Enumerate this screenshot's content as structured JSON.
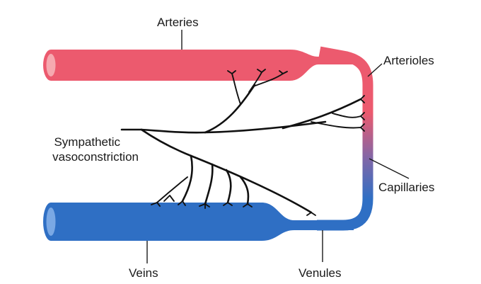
{
  "labels": {
    "arteries": "Arteries",
    "arterioles": "Arterioles",
    "sympathetic_line1": "Sympathetic",
    "sympathetic_line2": "vasoconstriction",
    "capillaries": "Capillaries",
    "veins": "Veins",
    "venules": "Venules"
  },
  "colors": {
    "artery": "#ec5a6e",
    "artery_lumen": "#f6a9b0",
    "vein": "#2f6fc4",
    "vein_lumen": "#7aa8e4",
    "nerve": "#111111"
  }
}
